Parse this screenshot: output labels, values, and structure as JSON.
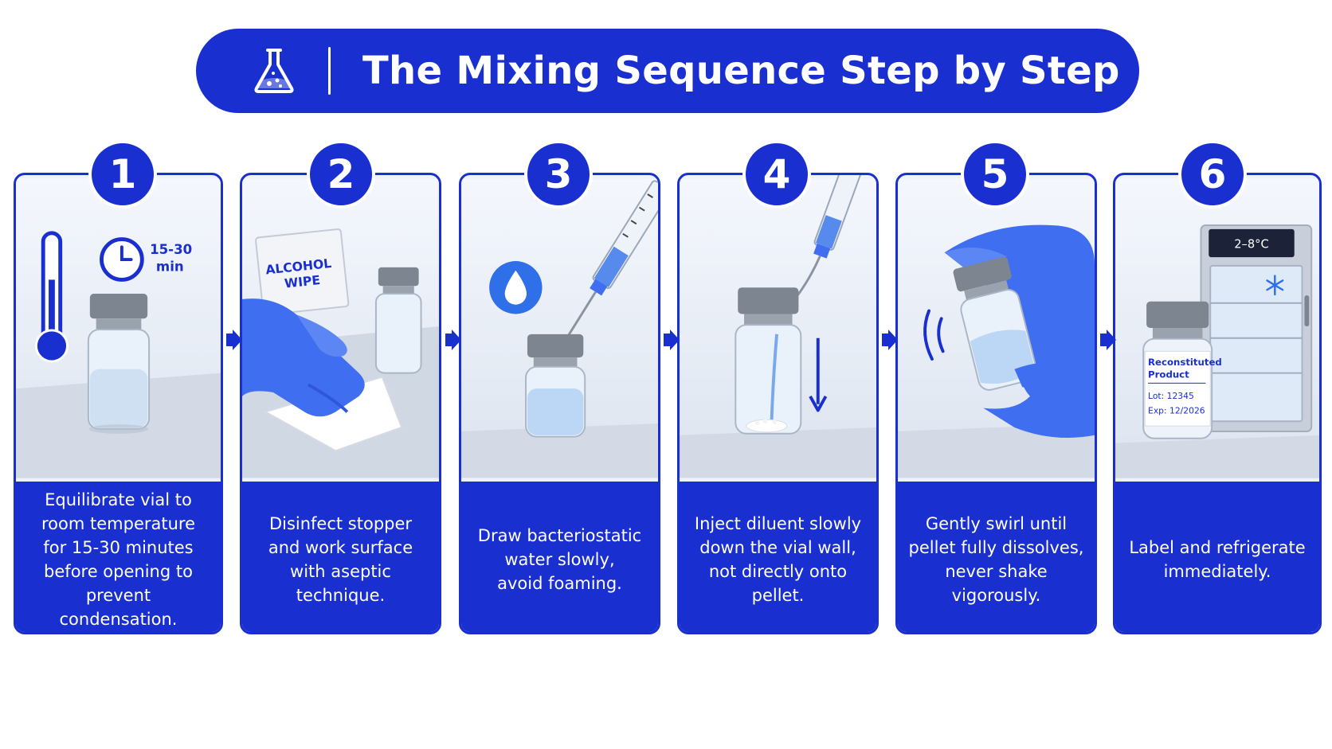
{
  "title": "The Mixing Sequence Step by Step",
  "colors": {
    "primary": "#1a2fd0",
    "glove": "#3f6ef0",
    "liquid": "#bcd6f5"
  },
  "icons": {
    "title": "flask-icon"
  },
  "steps": [
    {
      "number": "1",
      "caption": "Equilibrate vial to\nroom temperature\nfor 15-30 minutes\nbefore opening to\nprevent condensation.",
      "timer": "15-30\nmin",
      "icons": [
        "thermometer-icon",
        "clock-icon",
        "vial-icon"
      ]
    },
    {
      "number": "2",
      "caption": "Disinfect stopper\nand work surface\nwith aseptic\ntechnique.",
      "wipe_label": "ALCOHOL\nWIPE",
      "icons": [
        "alcohol-wipe-icon",
        "glove-icon",
        "vial-icon"
      ]
    },
    {
      "number": "3",
      "caption": "Draw bacteriostatic\nwater slowly,\navoid foaming.",
      "icons": [
        "water-drop-icon",
        "syringe-icon",
        "vial-icon"
      ]
    },
    {
      "number": "4",
      "caption": "Inject diluent slowly\ndown the vial wall,\nnot directly onto\npellet.",
      "icons": [
        "syringe-icon",
        "vial-icon",
        "arrow-down-icon"
      ]
    },
    {
      "number": "5",
      "caption": "Gently swirl until\npellet fully dissolves,\nnever shake\nvigorously.",
      "icons": [
        "glove-icon",
        "vial-icon",
        "swirl-icon"
      ]
    },
    {
      "number": "6",
      "caption": "Label and refrigerate\nimmediately.",
      "fridge_display": "2–8°C",
      "label_title": "Reconstituted\nProduct",
      "label_lot": "Lot: 12345",
      "label_exp": "Exp: 12/2026",
      "icons": [
        "refrigerator-icon",
        "snowflake-icon",
        "vial-icon"
      ]
    }
  ]
}
